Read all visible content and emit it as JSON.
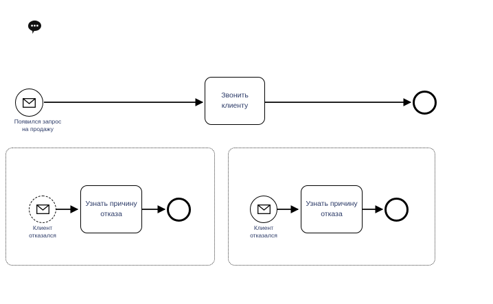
{
  "diagram": {
    "type": "bpmn-process",
    "title": "",
    "background_color": "#ffffff",
    "text_color": "#2b3a67",
    "stroke_color": "#000000",
    "annotation": {
      "name": "comment-bubble",
      "icon": "comment-icon",
      "label": ""
    },
    "main_flow": {
      "start_event": {
        "icon": "envelope-icon",
        "event_type": "message-start-event",
        "border_style": "solid",
        "label": "Появился запрос\nна продажу"
      },
      "task": {
        "label": "Звонить\nклиенту"
      },
      "end_event": {
        "event_type": "end-event",
        "border_style": "thick",
        "label": ""
      }
    },
    "subprocesses": [
      {
        "name": "subprocess-left",
        "border_style": "dotted",
        "start_event": {
          "icon": "envelope-icon",
          "event_type": "non-interrupting-message-event",
          "border_style": "dashed",
          "label": "Клиент\nотказался"
        },
        "task": {
          "label": "Узнать причину\nотказа"
        },
        "end_event": {
          "event_type": "end-event",
          "border_style": "thick",
          "label": ""
        }
      },
      {
        "name": "subprocess-right",
        "border_style": "dotted",
        "start_event": {
          "icon": "envelope-icon",
          "event_type": "message-start-event",
          "border_style": "solid",
          "label": "Клиент\nотказался"
        },
        "task": {
          "label": "Узнать причину\nотказа"
        },
        "end_event": {
          "event_type": "end-event",
          "border_style": "thick",
          "label": ""
        }
      }
    ]
  }
}
